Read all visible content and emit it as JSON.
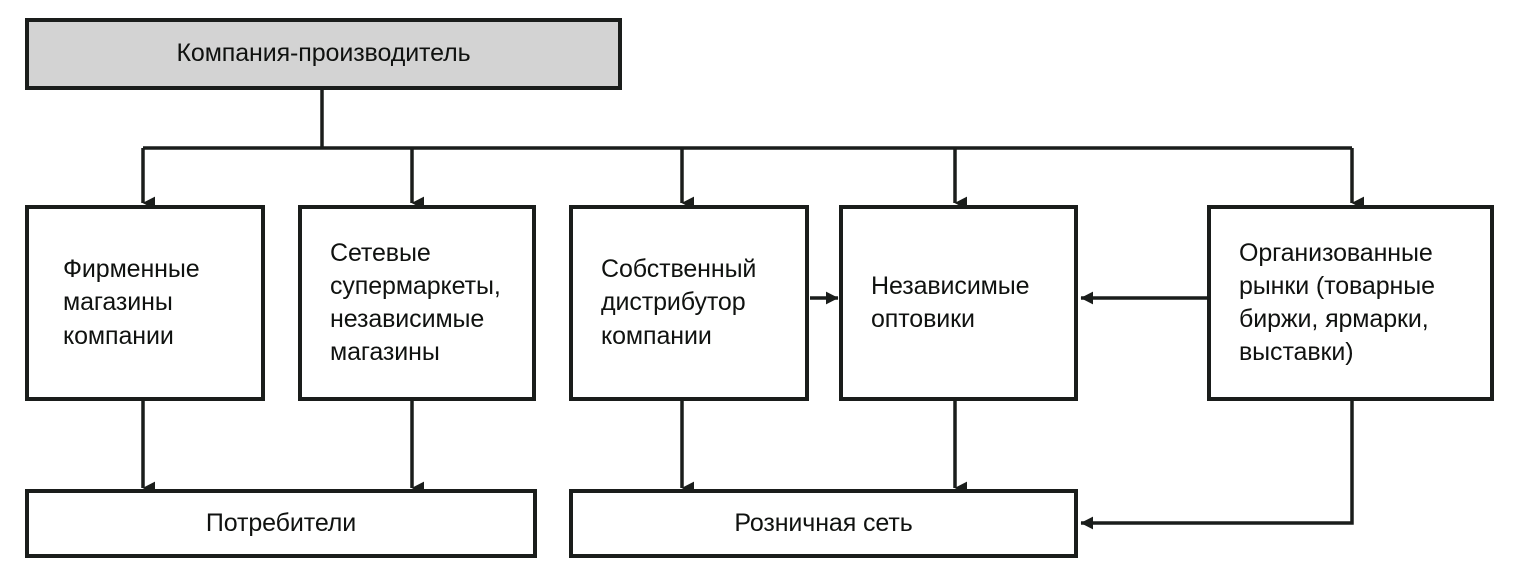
{
  "diagram": {
    "title_node": {
      "id": "manufacturer",
      "label": "Компания-производитель",
      "fill": "#d3d3d3",
      "border": "#1a1d1b"
    },
    "channel_nodes": [
      {
        "id": "branded-stores",
        "label": "Фирменные\nмагазины\nкомпании"
      },
      {
        "id": "chain-supermarkets",
        "label": "Сетевые\nсупермаркеты,\nнезависимые\nмагазины"
      },
      {
        "id": "own-distributor",
        "label": "Собственный\nдистрибутор\nкомпании"
      },
      {
        "id": "independent-wholesalers",
        "label": "Независимые\nоптовики"
      },
      {
        "id": "organized-markets",
        "label": "Организованные\nрынки (товарные\nбиржи, ярмарки,\nвыставки)"
      }
    ],
    "outcome_nodes": [
      {
        "id": "consumers",
        "label": "Потребители"
      },
      {
        "id": "retail-network",
        "label": "Розничная сеть"
      }
    ],
    "colors": {
      "line": "#1a1d1b",
      "node_fill": "#ffffff",
      "highlight_fill": "#d3d3d3",
      "text": "#101210"
    }
  }
}
